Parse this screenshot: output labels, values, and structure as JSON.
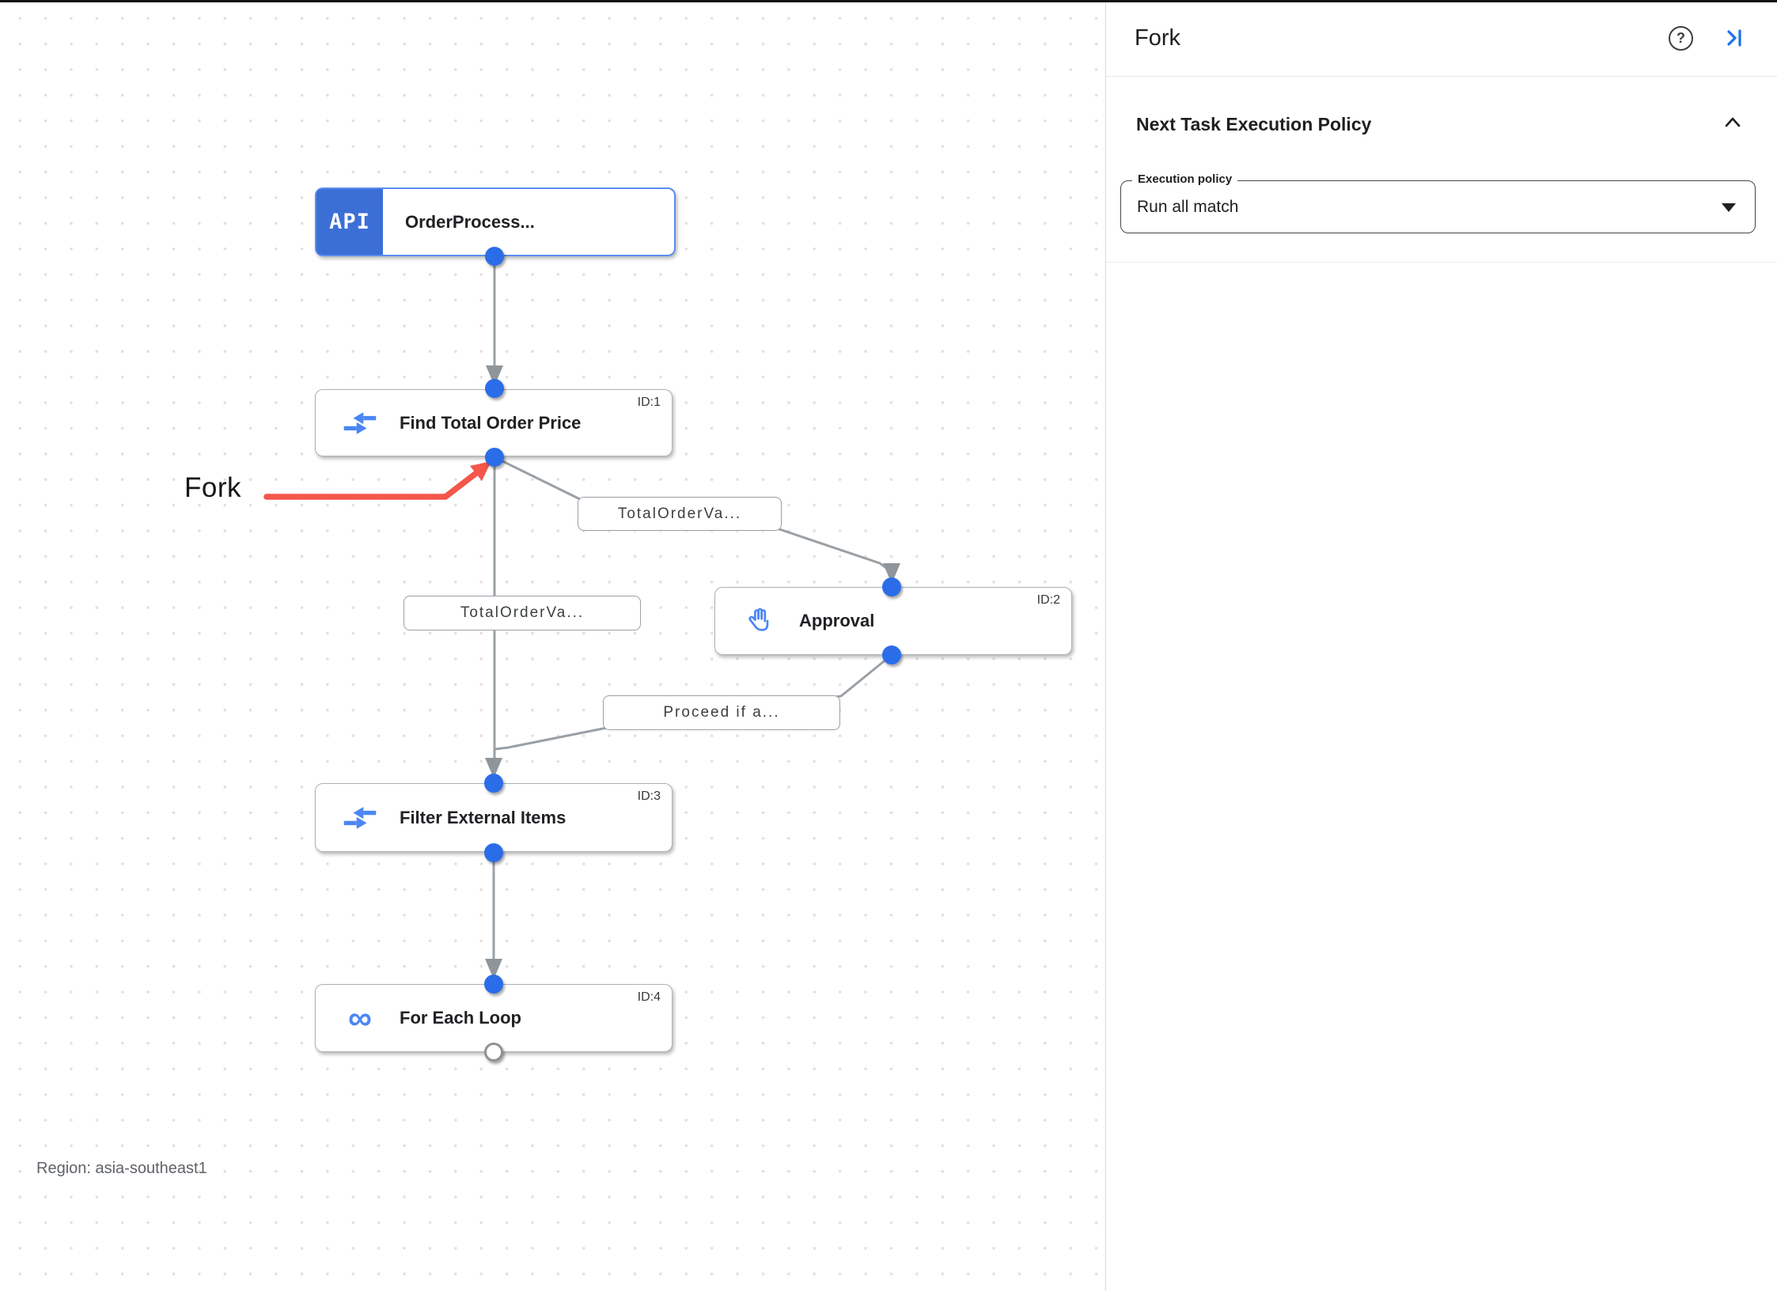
{
  "canvas": {
    "region_label": "Region: asia-southeast1",
    "annotation_label": "Fork",
    "nodes": [
      {
        "title": "OrderProcess...",
        "badge": "",
        "icon": "api-trigger-icon",
        "icon_label": "API"
      },
      {
        "title": "Find Total Order Price",
        "badge": "ID:1",
        "icon": "data-mapping-icon"
      },
      {
        "title": "Approval",
        "badge": "ID:2",
        "icon": "approval-hand-icon"
      },
      {
        "title": "Filter External Items",
        "badge": "ID:3",
        "icon": "data-mapping-icon"
      },
      {
        "title": "For Each Loop",
        "badge": "ID:4",
        "icon": "loop-icon",
        "icon_glyph": "∞"
      }
    ],
    "edge_labels": [
      {
        "text": "TotalOrderVa..."
      },
      {
        "text": "TotalOrderVa..."
      },
      {
        "text": "Proceed if a..."
      }
    ]
  },
  "panel": {
    "title": "Fork",
    "help_glyph": "?",
    "section_title": "Next Task Execution Policy",
    "field": {
      "label": "Execution policy",
      "value": "Run all match"
    }
  },
  "colors": {
    "node_accent_blue": "#3b6fd6",
    "connector_blue": "#2b6de8",
    "icon_blue": "#4b86f4",
    "edge_gray": "#9aa0a6",
    "annotation_red": "#f4564a",
    "panel_action_blue": "#1a73e8"
  }
}
